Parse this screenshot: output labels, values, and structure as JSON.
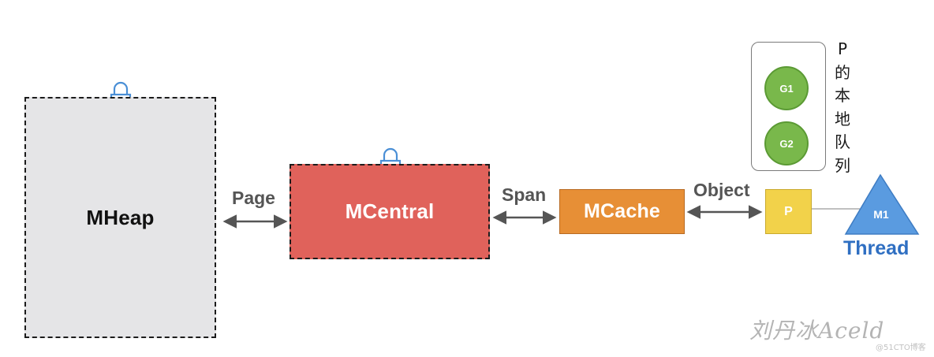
{
  "nodes": {
    "mheap": "MHeap",
    "mcentral": "MCentral",
    "mcache": "MCache",
    "p": "P",
    "m1": "M1",
    "g1": "G1",
    "g2": "G2"
  },
  "edges": {
    "page": "Page",
    "span": "Span",
    "object": "Object"
  },
  "queue_caption": [
    "P",
    "的",
    "本",
    "地",
    "队",
    "列"
  ],
  "thread_label": "Thread",
  "watermark": "刘丹冰Aceld",
  "site_mark": "@51CTO博客",
  "colors": {
    "mheap": "#e5e5e7",
    "mcentral": "#e0625b",
    "mcache": "#e78f36",
    "p": "#f2d24a",
    "goroutine": "#79b84b",
    "thread": "#5a9be0",
    "lock": "#4a8fd6"
  },
  "icons": {
    "mheap_lock": "lock-icon",
    "mcentral_lock": "lock-icon"
  }
}
